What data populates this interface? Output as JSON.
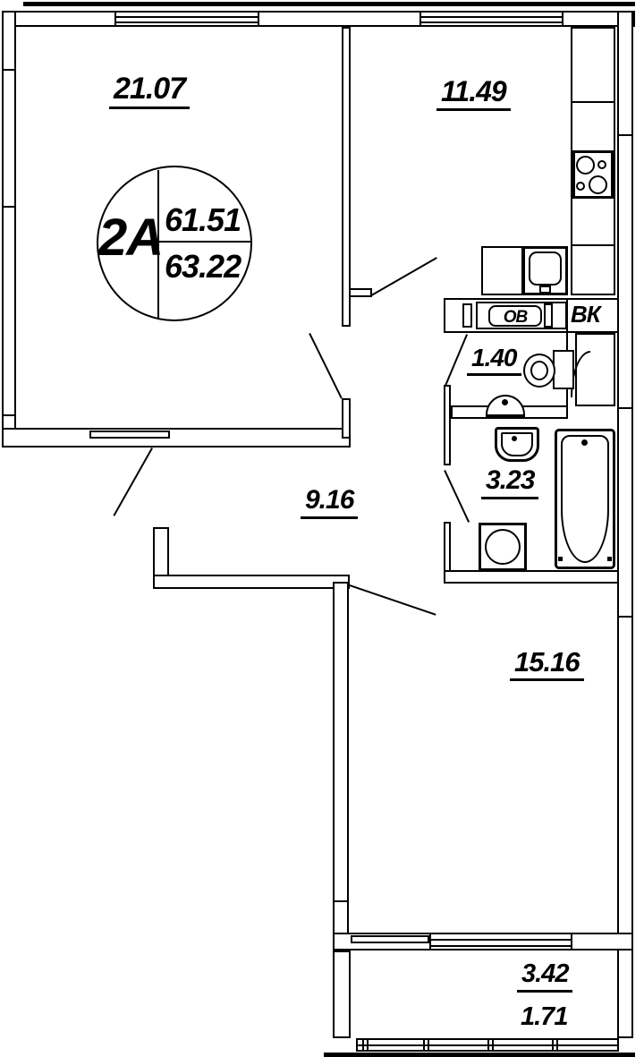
{
  "plan": {
    "title_stamp": {
      "unit_label": "2А",
      "living_area": "61.51",
      "total_area": "63.22"
    },
    "rooms": {
      "living_room": {
        "area": "21.07"
      },
      "kitchen": {
        "area": "11.49"
      },
      "hallway": {
        "area": "9.16"
      },
      "bedroom": {
        "area": "15.16"
      },
      "wc": {
        "area": "1.40"
      },
      "bathroom": {
        "area": "3.23"
      },
      "balcony": {
        "area_full": "3.42",
        "area_counted": "1.71"
      }
    },
    "risers": {
      "heating_label": "ОВ",
      "water_label": "ВК"
    },
    "fixtures": [
      "stove-icon",
      "kitchen-sink-icon",
      "toilet-icon",
      "wc-sink-icon",
      "washbasin-icon",
      "washing-machine-icon",
      "bathtub-icon"
    ],
    "colors": {
      "line": "#000000",
      "background": "#ffffff"
    }
  }
}
